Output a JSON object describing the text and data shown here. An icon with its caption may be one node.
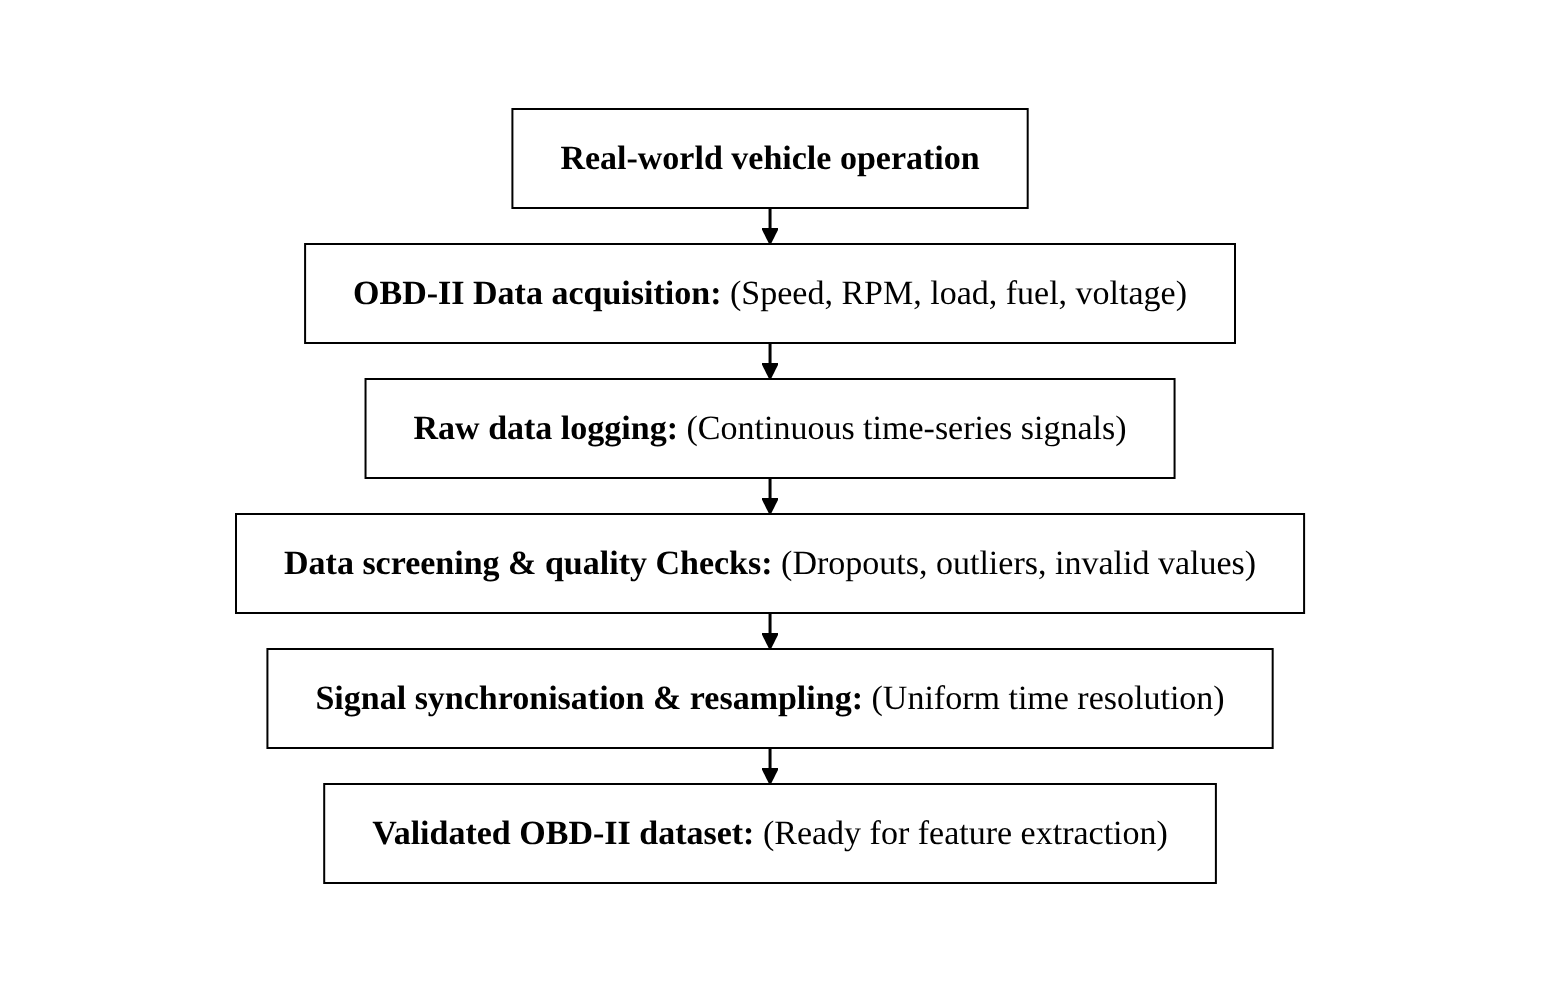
{
  "diagram": {
    "nodes": [
      {
        "text": [
          "Real-world vehicle operation"
        ]
      },
      {
        "text": [
          "OBD-II Data acquisition:",
          "(Speed, RPM, load, fuel, voltage)"
        ]
      },
      {
        "text": [
          "Raw data logging:",
          "(Continuous time-series signals)"
        ]
      },
      {
        "text": [
          "Data screening & quality Checks:",
          "(Dropouts, outliers, invalid values)"
        ]
      },
      {
        "text": [
          "Signal synchronisation & resampling:",
          "(Uniform time resolution)"
        ]
      },
      {
        "text": [
          "Validated OBD-II dataset:",
          "(Ready for feature extraction)"
        ]
      }
    ],
    "edges": [
      {
        "from": 0,
        "to": 1,
        "arrow": "to"
      },
      {
        "from": 1,
        "to": 2,
        "arrow": "to"
      },
      {
        "from": 2,
        "to": 3,
        "arrow": "to"
      },
      {
        "from": 3,
        "to": 4,
        "arrow": "to"
      },
      {
        "from": 4,
        "to": 5,
        "arrow": "to"
      }
    ]
  }
}
